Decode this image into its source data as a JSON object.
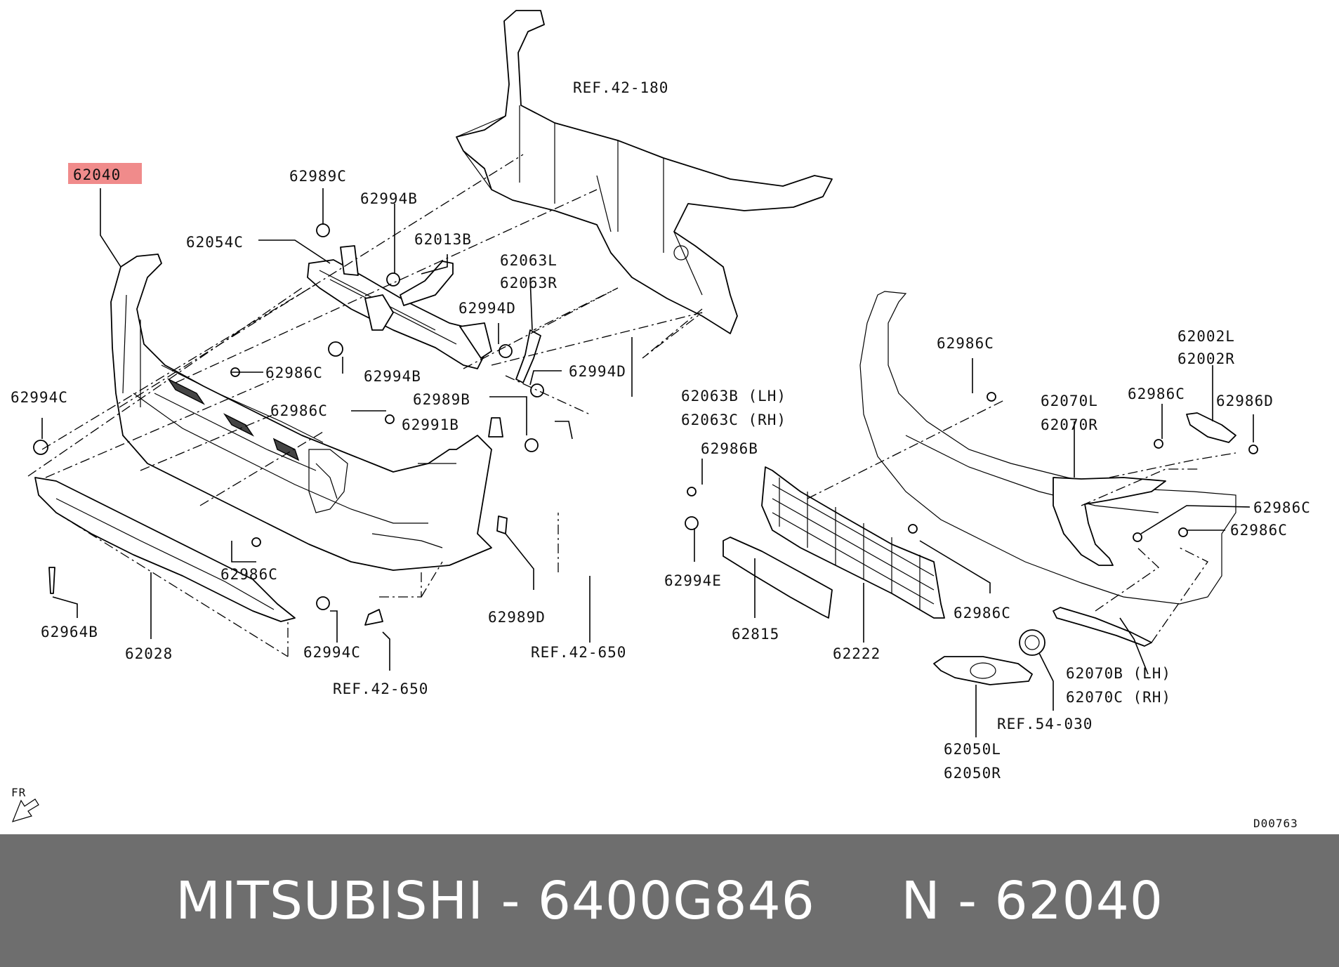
{
  "diagram": {
    "highlight_color": "#f08b8b",
    "labels": {
      "p62040": "62040",
      "p62989c": "62989C",
      "p62994b_top": "62994B",
      "p62013b": "62013B",
      "p62054c": "62054C",
      "p62063l": "62063L",
      "p62063r": "62063R",
      "p62994d_a": "62994D",
      "p62994b_mid": "62994B",
      "p62994d_b": "62994D",
      "p62986c_a": "62986C",
      "p62994c_left": "62994C",
      "p62986c_b": "62986C",
      "p62989b": "62989B",
      "p62991b": "62991B",
      "p62063b": "62063B (LH)",
      "p62063c": "62063C (RH)",
      "p62986b": "62986B",
      "p62986c_c": "62986C",
      "p62994e": "62994E",
      "p62964b": "62964B",
      "p62028": "62028",
      "p62994c_bottom": "62994C",
      "p62989d": "62989D",
      "ref42650_a": "REF.42-650",
      "ref42650_b": "REF.42-650",
      "ref42180": "REF.42-180",
      "p62815": "62815",
      "p62222": "62222",
      "p62986c_d": "62986C",
      "p62986c_e": "62986C",
      "p62002l": "62002L",
      "p62002r": "62002R",
      "p62070l": "62070L",
      "p62070r": "62070R",
      "p62986c_f": "62986C",
      "p62986d": "62986D",
      "p62986c_g": "62986C",
      "p62986c_h": "62986C",
      "p62070b": "62070B (LH)",
      "p62070c": "62070C (RH)",
      "ref54030": "REF.54-030",
      "p62050l": "62050L",
      "p62050r": "62050R",
      "fr": "FR",
      "code": "D00763"
    }
  },
  "footer": {
    "text": "MITSUBISHI - 6400G846     N - 62040"
  }
}
